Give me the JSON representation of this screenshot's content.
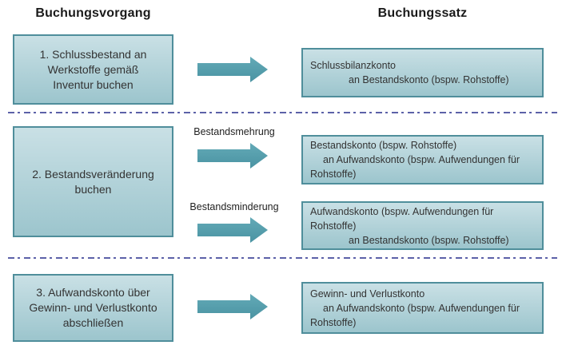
{
  "titles": {
    "left": "Buchungsvorgang",
    "right": "Buchungssatz"
  },
  "process_boxes": [
    {
      "lines": [
        "1. Schlussbestand an",
        "Werkstoffe gemäß",
        "Inventur buchen"
      ]
    },
    {
      "lines": [
        "2. Bestandsveränderung",
        "buchen"
      ]
    },
    {
      "lines": [
        "3. Aufwandskonto über",
        "Gewinn- und Verlustkonto",
        "abschließen"
      ]
    }
  ],
  "arrow_labels": {
    "increase": "Bestandsmehrung",
    "decrease": "Bestandsminderung"
  },
  "entry_boxes": [
    {
      "lines": [
        "Schlussbilanzkonto",
        "an Bestandskonto (bspw. Rohstoffe)"
      ]
    },
    {
      "lines": [
        "Bestandskonto (bspw. Rohstoffe)",
        "an Aufwandskonto (bspw. Aufwendungen für",
        "Rohstoffe)"
      ]
    },
    {
      "lines": [
        "Aufwandskonto (bspw. Aufwendungen für",
        "Rohstoffe)",
        "an Bestandskonto (bspw. Rohstoffe)"
      ]
    },
    {
      "lines": [
        "Gewinn- und Verlustkonto",
        "an Aufwandskonto (bspw. Aufwendungen für",
        "Rohstoffe)"
      ]
    }
  ],
  "colors": {
    "box_fill_top": "#c9e0e5",
    "box_fill_bottom": "#9cc5cd",
    "box_border": "#4f8e9b",
    "arrow_top": "#63aab7",
    "arrow_bottom": "#4a93a2",
    "divider": "#5c61a8",
    "text": "#333333"
  }
}
